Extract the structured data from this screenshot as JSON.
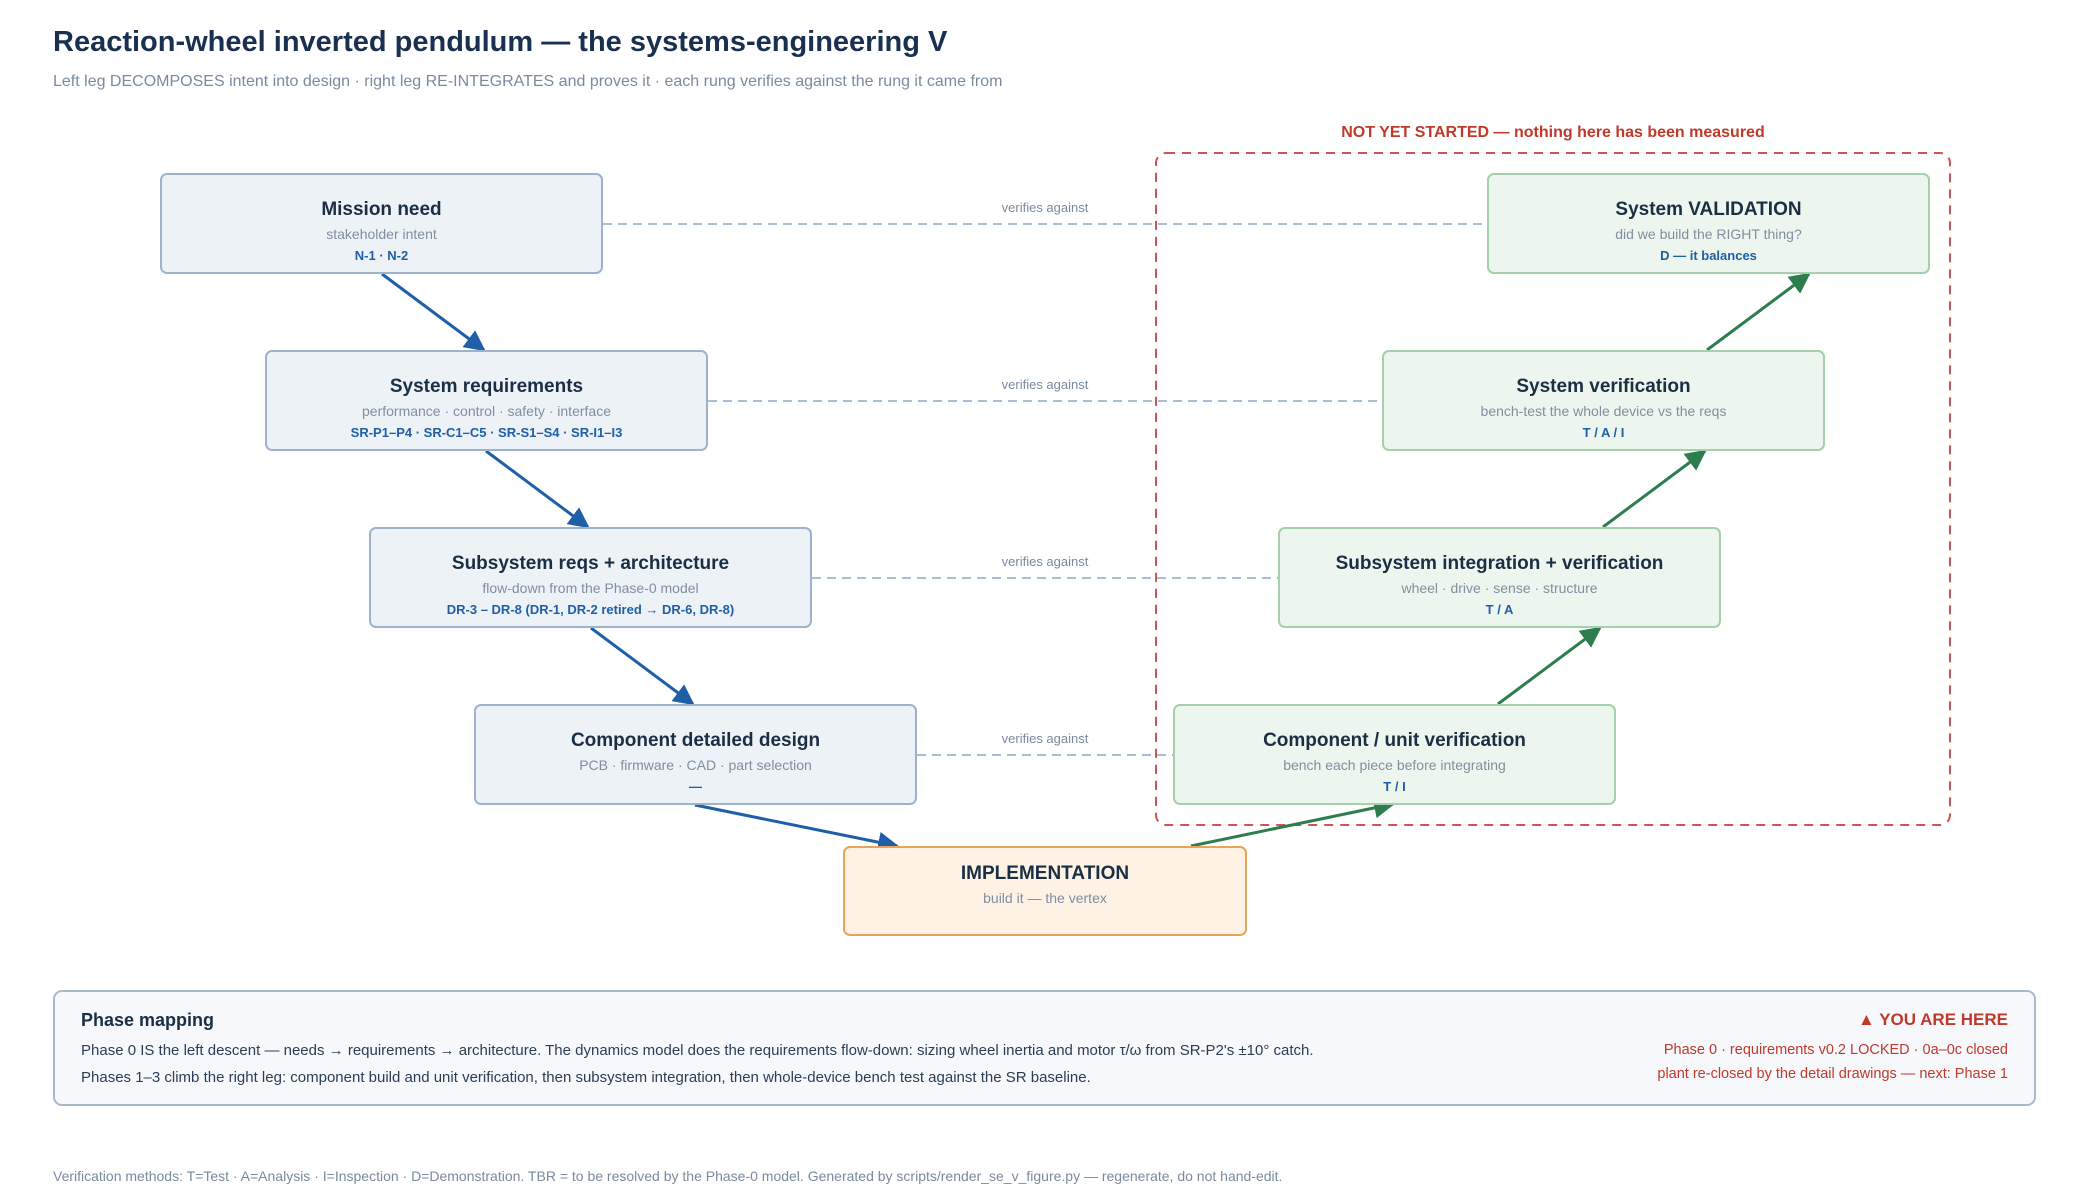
{
  "title": "Reaction-wheel inverted pendulum — the systems-engineering V",
  "subtitle": "Left leg DECOMPOSES intent into design · right leg RE-INTEGRATES and proves it · each rung verifies against the rung it came from",
  "not_started_label": "NOT YET STARTED — nothing here has been measured",
  "verifies_label": "verifies against",
  "left_leg": [
    {
      "title": "Mission need",
      "sub": "stakeholder intent",
      "ids": "N-1 · N-2"
    },
    {
      "title": "System requirements",
      "sub": "performance · control · safety · interface",
      "ids": "SR-P1–P4 · SR-C1–C5 · SR-S1–S4 · SR-I1–I3"
    },
    {
      "title": "Subsystem reqs + architecture",
      "sub": "flow-down from the Phase-0 model",
      "ids": "DR-3 – DR-8 (DR-1, DR-2 retired → DR-6, DR-8)"
    },
    {
      "title": "Component detailed design",
      "sub": "PCB · firmware · CAD · part selection",
      "ids": "—"
    }
  ],
  "right_leg": [
    {
      "title": "System VALIDATION",
      "sub": "did we build the RIGHT thing?",
      "ids": "D — it balances"
    },
    {
      "title": "System verification",
      "sub": "bench-test the whole device vs the reqs",
      "ids": "T / A / I"
    },
    {
      "title": "Subsystem integration + verification",
      "sub": "wheel · drive · sense · structure",
      "ids": "T / A"
    },
    {
      "title": "Component / unit verification",
      "sub": "bench each piece before integrating",
      "ids": "T / I"
    }
  ],
  "vertex": {
    "title": "IMPLEMENTATION",
    "sub": "build it — the vertex"
  },
  "phase_mapping": {
    "title": "Phase mapping",
    "lines": [
      "Phase 0 IS the left descent — needs → requirements → architecture. The dynamics model does the requirements flow-down: sizing wheel inertia and motor τ/ω from SR-P2's ±10° catch.",
      "Phases 1–3 climb the right leg: component build and unit verification, then subsystem integration, then whole-device bench test against the SR baseline."
    ],
    "here_title": "▲ YOU ARE HERE",
    "here_lines": [
      "Phase 0 · requirements v0.2 LOCKED · 0a–0c closed",
      "plant re-closed by the detail drawings — next: Phase 1"
    ]
  },
  "footer": "Verification methods: T=Test · A=Analysis · I=Inspection · D=Demonstration. TBR = to be resolved by the Phase-0 model. Generated by scripts/render_se_v_figure.py — regenerate, do not hand-edit.",
  "colors": {
    "left_arrow": "#1f5fa8",
    "right_arrow": "#2e7d4f",
    "dashed_box": "#cc5555",
    "rung_line": "#a9bdd6"
  }
}
